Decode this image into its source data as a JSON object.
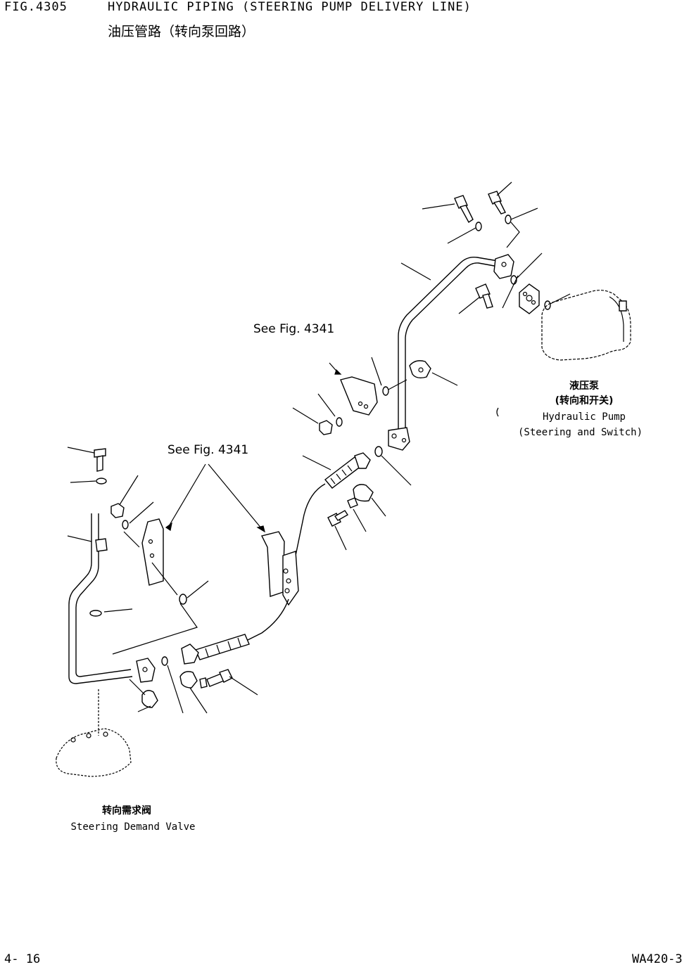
{
  "header": {
    "fig_no": "FIG.4305",
    "title_en": "HYDRAULIC PIPING (STEERING PUMP DELIVERY LINE)",
    "title_cn": "油压管路（转向泵回路）"
  },
  "labels": {
    "pump_cn_1": "液压泵",
    "pump_cn_2": "(转向和开关)",
    "pump_en_1": "Hydraulic Pump",
    "pump_en_2": "(Steering and Switch)",
    "valve_cn": "转向需求阀",
    "valve_en": "Steering Demand Valve",
    "see_fig_1": "See Fig. 4341",
    "see_fig_2": "See Fig. 4341"
  },
  "footer": {
    "page": "4- 16",
    "model": "WA420-3"
  }
}
